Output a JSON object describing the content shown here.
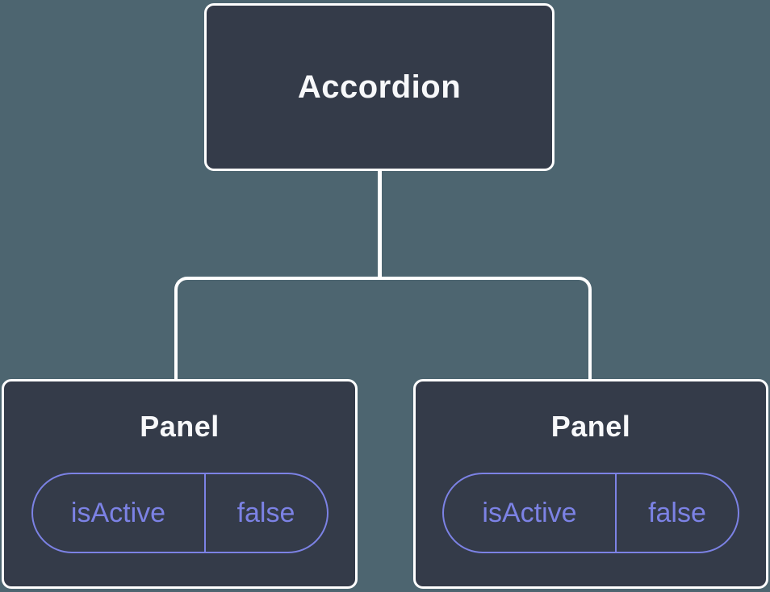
{
  "diagram": {
    "type": "component-tree",
    "root": {
      "label": "Accordion"
    },
    "panels": [
      {
        "title": "Panel",
        "props": [
          {
            "name": "isActive",
            "value": "false"
          }
        ]
      },
      {
        "title": "Panel",
        "props": [
          {
            "name": "isActive",
            "value": "false"
          }
        ]
      }
    ],
    "edges": [
      {
        "from": "Accordion",
        "to": "Panel (left)"
      },
      {
        "from": "Accordion",
        "to": "Panel (right)"
      }
    ]
  },
  "colors": {
    "background": "#4D6570",
    "node_fill": "#343B49",
    "node_border": "#FFFFFF",
    "node_text": "#F7F8FA",
    "prop_accent": "#7C82E5",
    "connector": "#FFFFFF"
  }
}
